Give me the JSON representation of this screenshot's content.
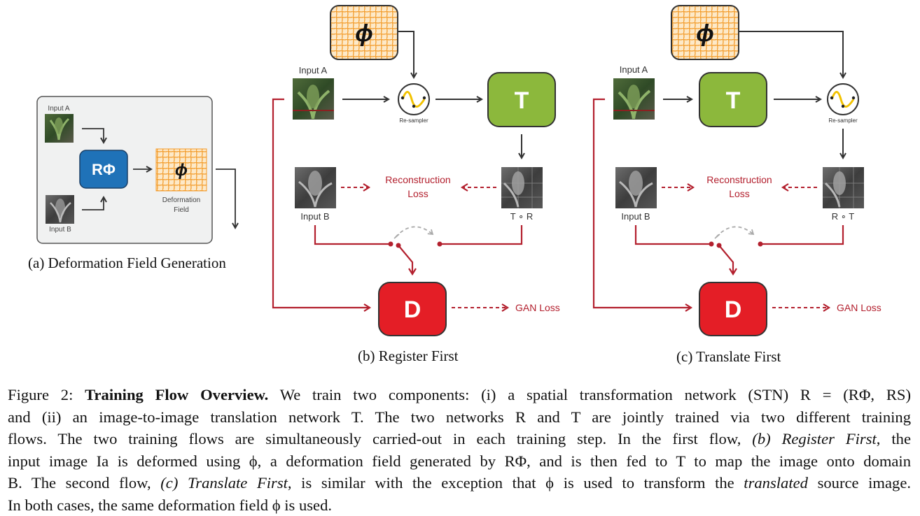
{
  "panel_a": {
    "input_a_label": "Input A",
    "input_b_label": "Input B",
    "r_phi_label": "RΦ",
    "phi_label": "ϕ",
    "deformation_label_1": "Deformation",
    "deformation_label_2": "Field",
    "caption": "(a) Deformation Field Generation"
  },
  "panel_b": {
    "phi_label": "ϕ",
    "input_a_label": "Input A",
    "resampler_label": "Re-sampler",
    "t_label": "T",
    "reconstruction_label_1": "Reconstruction",
    "reconstruction_label_2": "Loss",
    "input_b_label": "Input B",
    "output_label": "T ∘ R",
    "d_label": "D",
    "gan_loss_label": "GAN Loss",
    "caption": "(b) Register First"
  },
  "panel_c": {
    "phi_label": "ϕ",
    "input_a_label": "Input A",
    "t_label": "T",
    "resampler_label": "Re-sampler",
    "reconstruction_label_1": "Reconstruction",
    "reconstruction_label_2": "Loss",
    "input_b_label": "Input B",
    "output_label": "R ∘ T",
    "d_label": "D",
    "gan_loss_label": "GAN Loss",
    "caption": "(c) Translate First"
  },
  "caption": {
    "figure_label": "Figure 2:",
    "title": "Training Flow Overview.",
    "l1_text": "We train two components: (i) a spatial transformation network (STN) R = (RΦ, RS)",
    "l2_text": "and (ii) an image-to-image translation network T. The two networks R and T are jointly trained via two different training",
    "l3_a": "flows. The two training flows are simultaneously carried-out in each training step. In the first flow,",
    "l3_b": "(b) Register First",
    "l3_c": ", the",
    "l4_text": "input image Ia is deformed using ϕ, a deformation field generated by RΦ, and is then fed to T to map the image onto domain",
    "l5_a": "B. The second flow,",
    "l5_b": "(c) Translate First",
    "l5_c": ", is similar with the exception that ϕ is used to transform the",
    "l5_d": "translated",
    "l5_e": "source image.",
    "l6_text": "In both cases, the same deformation field ϕ is used."
  },
  "colors": {
    "arrow_dark": "#333333",
    "arrow_red": "#b3202e",
    "r_phi_box": "#1f72b8",
    "t_box": "#8cb83c",
    "d_box": "#e41e26",
    "grid_orange": "#f39c2b",
    "grid_fill": "#fde9c8",
    "panel_a_bg": "#f0f1f1",
    "loss_text": "#b3202e",
    "dashed_gray": "#aaaaaa"
  },
  "icons": [
    "deformation-grid-icon",
    "resampler-sine-icon",
    "leaf-photo-icon",
    "gray-leaf-photo-icon",
    "switch-icon"
  ]
}
